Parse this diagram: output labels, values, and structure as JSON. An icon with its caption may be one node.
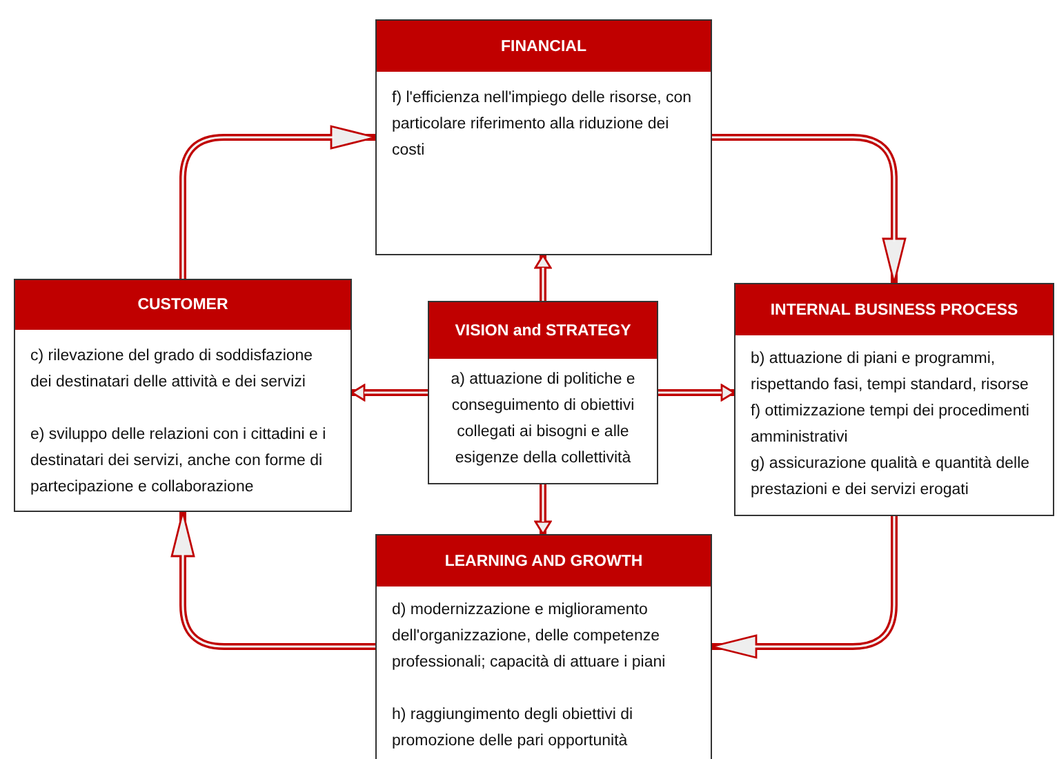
{
  "diagram": {
    "nodes": [
      {
        "text": [
          "FINANCIAL",
          "f) l'efficienza nell'impiego delle risorse, con particolare riferimento alla riduzione dei costi"
        ]
      },
      {
        "text": [
          "CUSTOMER",
          "c) rilevazione del grado di soddisfazione dei destinatari delle attività e dei servizi",
          "e) sviluppo delle relazioni con i cittadini e i destinatari dei servizi, anche con forme di partecipazione e collaborazione"
        ]
      },
      {
        "text": [
          "VISION and STRATEGY",
          "a) attuazione di politiche e conseguimento di obiettivi collegati ai bisogni e alle esigenze della collettività"
        ]
      },
      {
        "text": [
          "INTERNAL BUSINESS PROCESS",
          "b) attuazione di piani e programmi, rispettando fasi, tempi standard, risorse",
          "f) ottimizzazione tempi dei procedimenti amministrativi",
          "g) assicurazione qualità e quantità delle prestazioni e dei servizi erogati"
        ]
      },
      {
        "text": [
          "LEARNING AND GROWTH",
          "d) modernizzazione e miglioramento dell'organizzazione, delle competenze professionali; capacità di attuare i piani",
          "h) raggiungimento degli obiettivi di promozione delle pari opportunità"
        ]
      }
    ],
    "edges": [
      {
        "from": 2,
        "to": 0,
        "arrow": "to"
      },
      {
        "from": 2,
        "to": 1,
        "arrow": "to"
      },
      {
        "from": 2,
        "to": 3,
        "arrow": "to"
      },
      {
        "from": 2,
        "to": 4,
        "arrow": "to"
      },
      {
        "from": 1,
        "to": 0,
        "arrow": "to"
      },
      {
        "from": 0,
        "to": 3,
        "arrow": "to"
      },
      {
        "from": 3,
        "to": 4,
        "arrow": "to"
      },
      {
        "from": 4,
        "to": 1,
        "arrow": "to"
      }
    ]
  }
}
